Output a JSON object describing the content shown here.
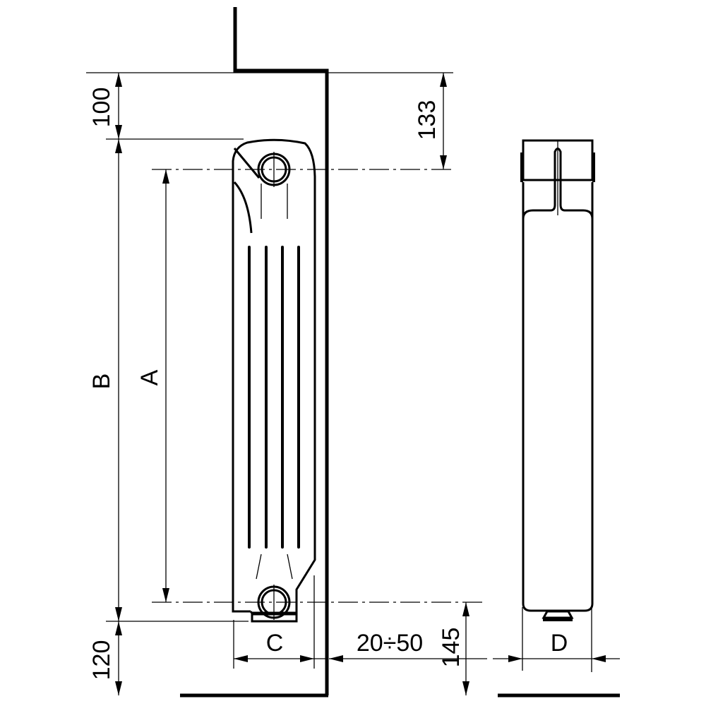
{
  "labels": {
    "top_clearance": "100",
    "wall_to_axis": "133",
    "height_B": "B",
    "axis_distance_A": "A",
    "depth_C": "C",
    "wall_gap": "20÷50",
    "floor_to_axis": "145",
    "floor_clearance": "120",
    "side_depth_D": "D"
  }
}
